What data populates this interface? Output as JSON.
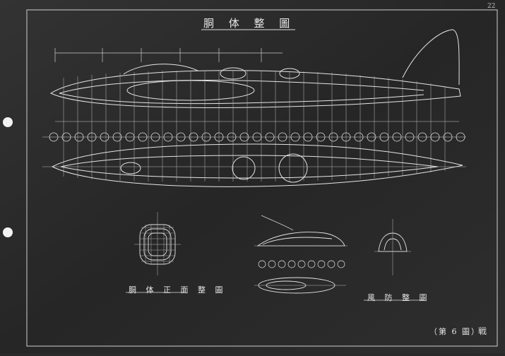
{
  "drawing": {
    "title": "胴 体 整 圖",
    "corner_number": "22",
    "fig_number": "（第 6 圖）",
    "mark": "戦",
    "section_title": "胴 体 正 面 整 圖",
    "canopy_title": "風 防 整 圖"
  }
}
